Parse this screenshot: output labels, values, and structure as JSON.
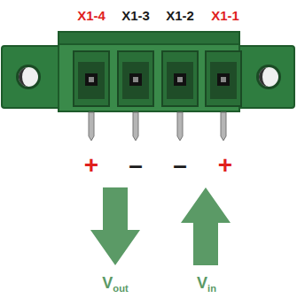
{
  "diagram": {
    "labels": [
      "X1-4",
      "X1-3",
      "X1-2",
      "X1-1",
      "+",
      "–",
      "–",
      "+",
      "V",
      "out",
      "V",
      "in"
    ]
  }
}
